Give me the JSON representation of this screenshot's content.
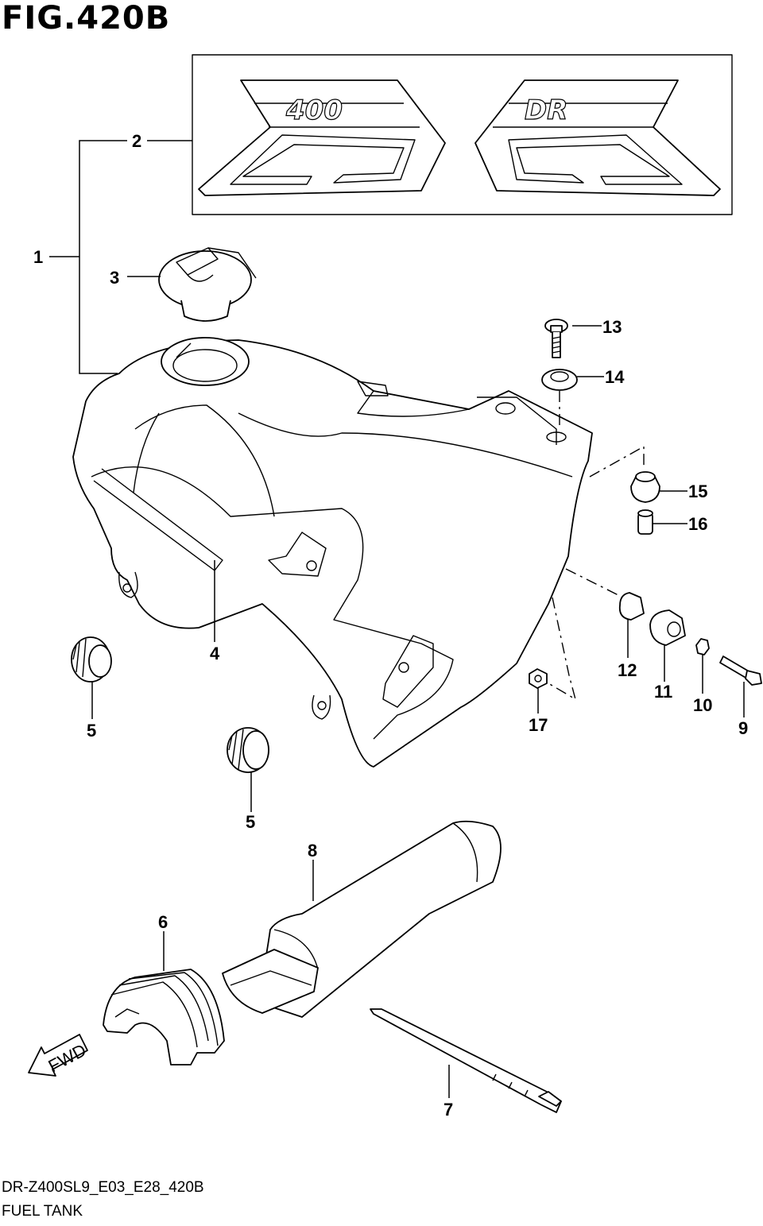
{
  "figure": {
    "title": "FIG.420B",
    "model_code": "DR-Z400SL9_E03_E28_420B",
    "name": "FUEL TANK"
  },
  "callouts": {
    "c1": "1",
    "c2": "2",
    "c3": "3",
    "c4": "4",
    "c5a": "5",
    "c5b": "5",
    "c6": "6",
    "c7": "7",
    "c8": "8",
    "c9": "9",
    "c10": "10",
    "c11": "11",
    "c12": "12",
    "c13": "13",
    "c14": "14",
    "c15": "15",
    "c16": "16",
    "c17": "17"
  },
  "direction_arrow": {
    "label": "FWD",
    "icon": "fwd-arrow-icon"
  },
  "colors": {
    "line": "#000000",
    "background": "#ffffff"
  }
}
